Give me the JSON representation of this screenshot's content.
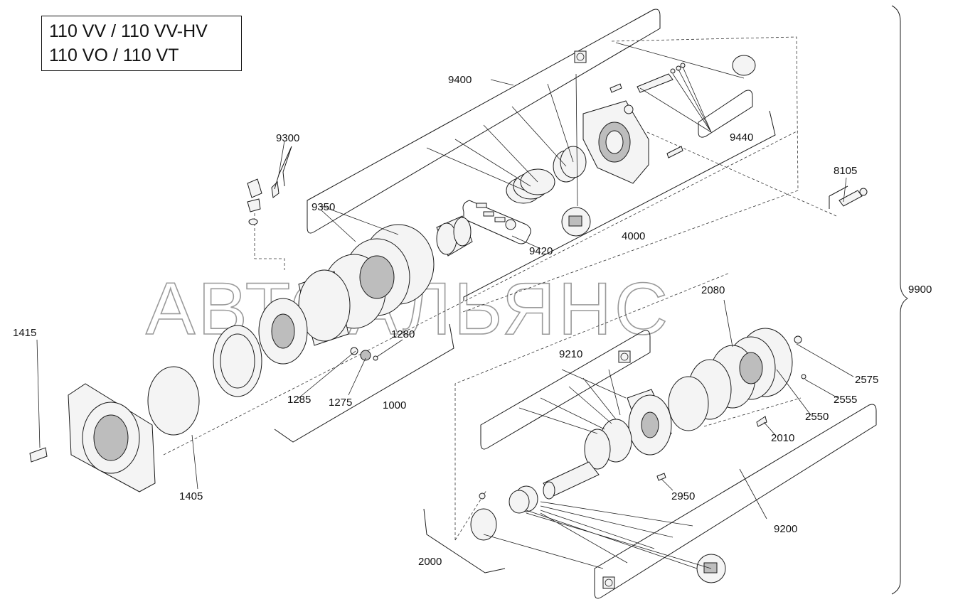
{
  "title": {
    "line1": "110 VV / 110 VV-HV",
    "line2": "110 VO / 110 VT"
  },
  "watermark": "АВТОАЛЬЯНС",
  "labels": {
    "p9400": "9400",
    "p9300": "9300",
    "p9350": "9350",
    "p9420": "9420",
    "p4000": "4000",
    "p9440": "9440",
    "p8105": "8105",
    "p9900": "9900",
    "p1415": "1415",
    "p1405": "1405",
    "p1285": "1285",
    "p1275": "1275",
    "p1280": "1280",
    "p1000": "1000",
    "p9210": "9210",
    "p2080": "2080",
    "p2575": "2575",
    "p2555": "2555",
    "p2550": "2550",
    "p2010": "2010",
    "p2950": "2950",
    "p9200": "9200",
    "p2000": "2000"
  }
}
